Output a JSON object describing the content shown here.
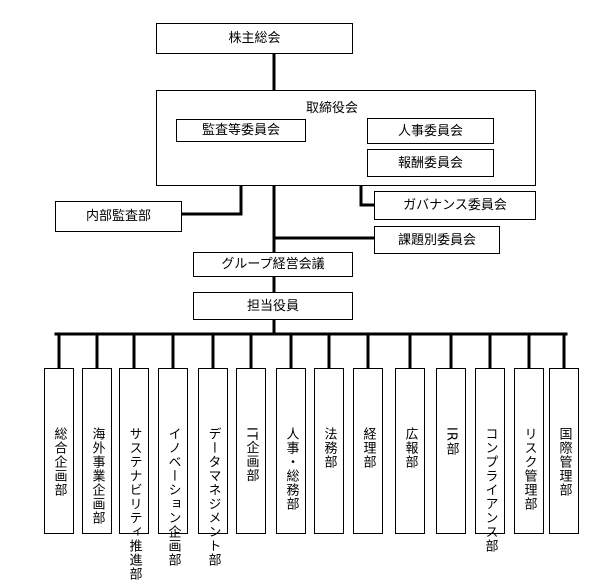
{
  "shareholders": "株主総会",
  "board": {
    "title": "取締役会",
    "audit": "監査等委員会",
    "hr": "人事委員会",
    "compensation": "報酬委員会"
  },
  "internal_audit": "内部監査部",
  "governance": "ガバナンス委員会",
  "issue_committee": "課題別委員会",
  "group_management": "グループ経営会議",
  "officers": "担当役員",
  "departments": [
    "総合企画部",
    "海外事業企画部",
    "サステナビリティ推進部",
    "イノベーション企画部",
    "データマネジメント部",
    "IT企画部",
    "人事・総務部",
    "法務部",
    "経理部",
    "広報部",
    "IR部",
    "コンプライアンス部",
    "リスク管理部",
    "国際管理部"
  ]
}
